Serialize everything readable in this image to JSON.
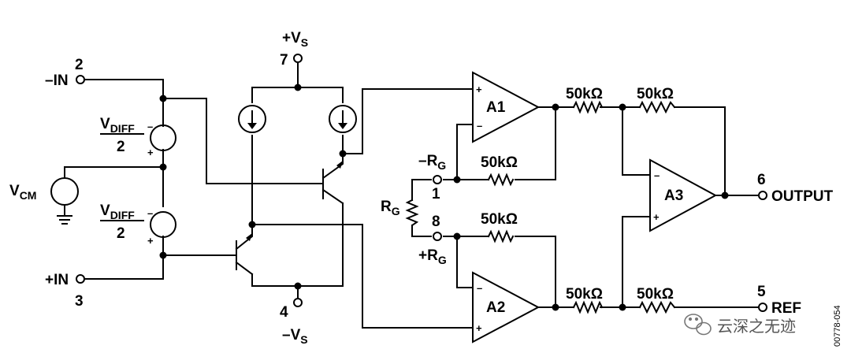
{
  "colors": {
    "ink": "#000000",
    "background": "#ffffff",
    "watermark": "#555555"
  },
  "pins": {
    "neg_in": {
      "number": "2",
      "name": "–IN"
    },
    "pos_in": {
      "number": "3",
      "name": "+IN"
    },
    "pos_supply": {
      "number": "7",
      "name": "+V",
      "sub": "S"
    },
    "neg_supply": {
      "number": "4",
      "name": "–V",
      "sub": "S"
    },
    "neg_rg": {
      "number": "1",
      "name": "–R",
      "sub": "G"
    },
    "pos_rg": {
      "number": "8",
      "name": "+R",
      "sub": "G"
    },
    "output": {
      "number": "6",
      "name": "OUTPUT"
    },
    "ref": {
      "number": "5",
      "name": "REF"
    }
  },
  "sources": {
    "vcm": {
      "name": "V",
      "sub": "CM"
    },
    "vdiff_top": {
      "name": "V",
      "sub": "DIFF",
      "denominator": "2",
      "plus": "+",
      "minus": "–"
    },
    "vdiff_bottom": {
      "name": "V",
      "sub": "DIFF",
      "denominator": "2",
      "plus": "+",
      "minus": "–"
    }
  },
  "gain_resistor": {
    "name": "R",
    "sub": "G"
  },
  "amplifiers": [
    {
      "name": "A1",
      "top_input": "+",
      "bottom_input": "–"
    },
    {
      "name": "A2",
      "top_input": "–",
      "bottom_input": "+"
    },
    {
      "name": "A3",
      "top_input": "–",
      "bottom_input": "+"
    }
  ],
  "resistors": [
    {
      "id": "a1_feedback",
      "value": "50kΩ"
    },
    {
      "id": "a2_feedback",
      "value": "50kΩ"
    },
    {
      "id": "a1_out",
      "value": "50kΩ"
    },
    {
      "id": "a3_feedback",
      "value": "50kΩ"
    },
    {
      "id": "a2_out",
      "value": "50kΩ"
    },
    {
      "id": "a3_ref",
      "value": "50kΩ"
    }
  ],
  "figure_number": "00778-054",
  "watermark": "云深之无迹"
}
